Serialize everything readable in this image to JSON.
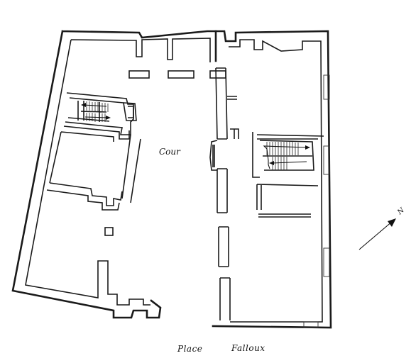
{
  "labels": {
    "courtyard": "Cour",
    "square_word1": "Place",
    "square_word2": "Falloux",
    "north": "N"
  },
  "colors": {
    "ink": "#1a1a1a",
    "paper": "#ffffff"
  },
  "icons": {
    "north_arrow": "north-arrow-icon",
    "stair_arrow": "arrow-right-icon"
  }
}
